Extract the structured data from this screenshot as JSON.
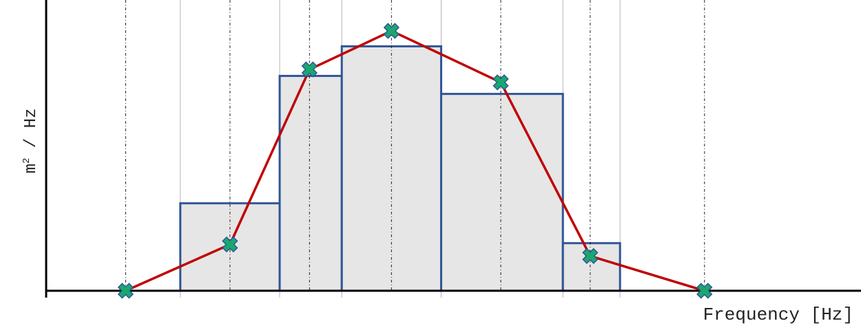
{
  "chart_data": {
    "type": "bar",
    "xlabel": "Frequency [Hz]",
    "ylabel_base": "m",
    "ylabel_exp": "2",
    "ylabel_rest": " / Hz",
    "x_ticks_shown": false,
    "y_ticks_shown": false,
    "bins": [
      {
        "x0": 2.5,
        "x1": 4.5,
        "value": 0.34
      },
      {
        "x0": 4.5,
        "x1": 5.75,
        "value": 0.835
      },
      {
        "x0": 5.75,
        "x1": 7.75,
        "value": 0.95
      },
      {
        "x0": 7.75,
        "x1": 10.2,
        "value": 0.765
      },
      {
        "x0": 10.2,
        "x1": 11.35,
        "value": 0.185
      }
    ],
    "series": [
      {
        "x": [
          1.4,
          3.5,
          5.1,
          6.75,
          8.95,
          10.75,
          13.05
        ],
        "y": [
          0.0,
          0.18,
          0.86,
          1.01,
          0.81,
          0.135,
          0.0
        ]
      }
    ],
    "bin_edge_gridlines": [
      2.5,
      4.5,
      5.75,
      7.75,
      10.2,
      11.35
    ],
    "point_gridlines": [
      1.4,
      3.5,
      5.1,
      6.75,
      8.95,
      10.75,
      13.05
    ],
    "xlim": [
      -0.2,
      16.2
    ],
    "ylim": [
      0,
      1.13
    ],
    "colors": {
      "bar_fill": "#e6e6e6",
      "bar_stroke": "#2f5597",
      "line": "#c00000",
      "marker_fill": "#1aa86e",
      "marker_stroke": "#2f5597",
      "axis": "#000000"
    }
  }
}
